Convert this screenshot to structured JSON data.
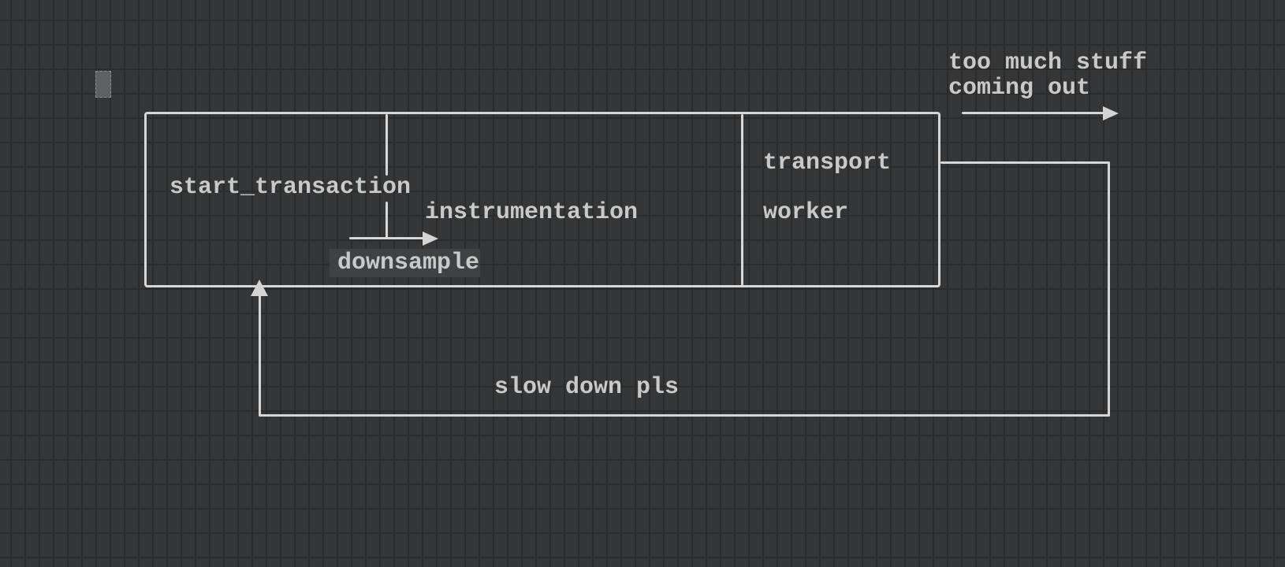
{
  "canvas": {
    "tool": "ascii-diagram-editor",
    "colors": {
      "background": "#343637",
      "grid_line": "#292b2c",
      "stroke": "#d6d6d6",
      "text": "#c9c9c9",
      "text_highlight_bg": "#3f4244",
      "cursor_fill": "#5d6163"
    },
    "cursor_visible": true
  },
  "diagram": {
    "pipeline_box": {
      "stage1_label": "start_transaction",
      "stage2_label": "instrumentation",
      "stage2_sublabel": "downsample",
      "stage3_label_line1": "transport",
      "stage3_label_line2": "worker"
    },
    "output_annotation": {
      "line1": "too much stuff",
      "line2": "coming out"
    },
    "feedback_annotation": {
      "label": "slow down pls"
    }
  }
}
